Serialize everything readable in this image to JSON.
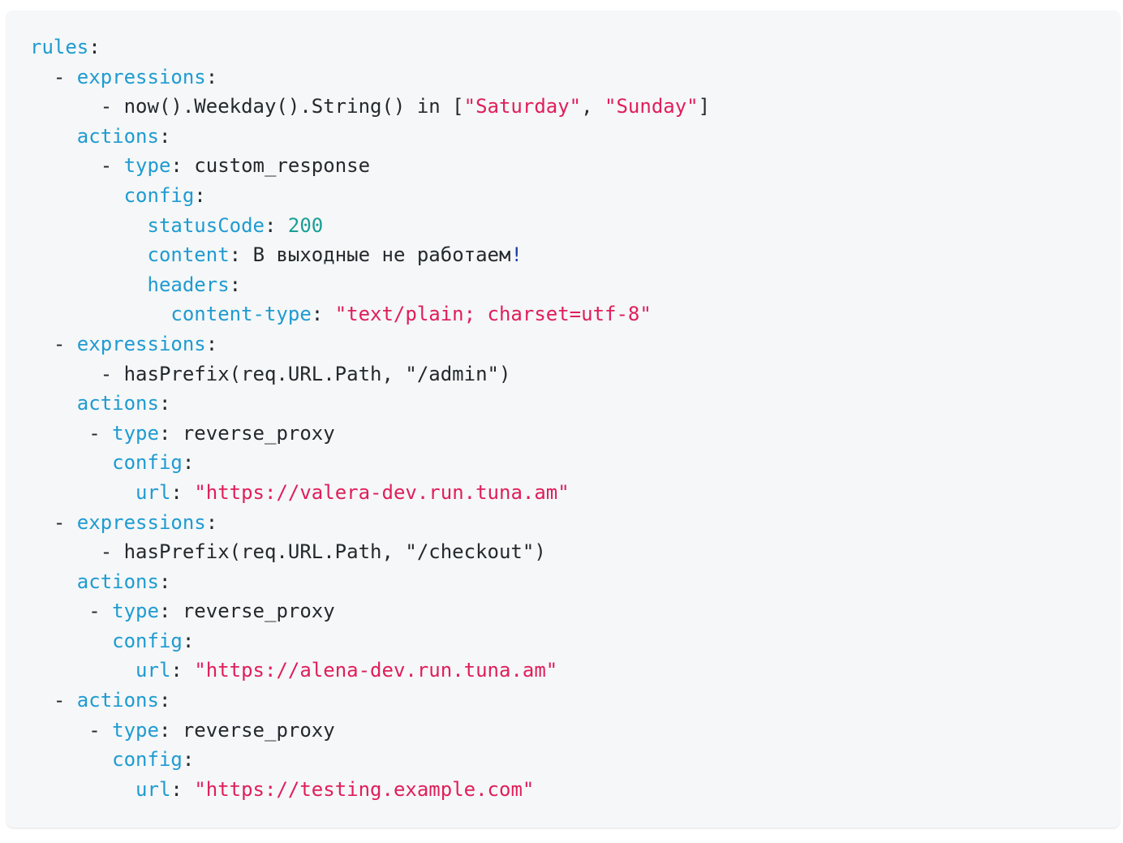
{
  "code": {
    "lines": [
      [
        {
          "t": "key",
          "v": "rules"
        },
        {
          "t": "punct",
          "v": ":"
        }
      ],
      [
        {
          "t": "plain",
          "v": "  - "
        },
        {
          "t": "key",
          "v": "expressions"
        },
        {
          "t": "punct",
          "v": ":"
        }
      ],
      [
        {
          "t": "plain",
          "v": "      - now().Weekday().String() in ["
        },
        {
          "t": "str",
          "v": "\"Saturday\""
        },
        {
          "t": "plain",
          "v": ", "
        },
        {
          "t": "str",
          "v": "\"Sunday\""
        },
        {
          "t": "plain",
          "v": "]"
        }
      ],
      [
        {
          "t": "plain",
          "v": "    "
        },
        {
          "t": "key",
          "v": "actions"
        },
        {
          "t": "punct",
          "v": ":"
        }
      ],
      [
        {
          "t": "plain",
          "v": "      - "
        },
        {
          "t": "key",
          "v": "type"
        },
        {
          "t": "punct",
          "v": ": "
        },
        {
          "t": "plain",
          "v": "custom_response"
        }
      ],
      [
        {
          "t": "plain",
          "v": "        "
        },
        {
          "t": "key",
          "v": "config"
        },
        {
          "t": "punct",
          "v": ":"
        }
      ],
      [
        {
          "t": "plain",
          "v": "          "
        },
        {
          "t": "key",
          "v": "statusCode"
        },
        {
          "t": "punct",
          "v": ": "
        },
        {
          "t": "num",
          "v": "200"
        }
      ],
      [
        {
          "t": "plain",
          "v": "          "
        },
        {
          "t": "key",
          "v": "content"
        },
        {
          "t": "punct",
          "v": ": "
        },
        {
          "t": "plain",
          "v": "В выходные не работаем"
        },
        {
          "t": "bang",
          "v": "!"
        }
      ],
      [
        {
          "t": "plain",
          "v": "          "
        },
        {
          "t": "key",
          "v": "headers"
        },
        {
          "t": "punct",
          "v": ":"
        }
      ],
      [
        {
          "t": "plain",
          "v": "            "
        },
        {
          "t": "key",
          "v": "content-type"
        },
        {
          "t": "punct",
          "v": ": "
        },
        {
          "t": "str",
          "v": "\"text/plain; charset=utf-8\""
        }
      ],
      [
        {
          "t": "plain",
          "v": "  - "
        },
        {
          "t": "key",
          "v": "expressions"
        },
        {
          "t": "punct",
          "v": ":"
        }
      ],
      [
        {
          "t": "plain",
          "v": "      - hasPrefix(req.URL.Path, \"/admin\")"
        }
      ],
      [
        {
          "t": "plain",
          "v": "    "
        },
        {
          "t": "key",
          "v": "actions"
        },
        {
          "t": "punct",
          "v": ":"
        }
      ],
      [
        {
          "t": "plain",
          "v": "     - "
        },
        {
          "t": "key",
          "v": "type"
        },
        {
          "t": "punct",
          "v": ": "
        },
        {
          "t": "plain",
          "v": "reverse_proxy"
        }
      ],
      [
        {
          "t": "plain",
          "v": "       "
        },
        {
          "t": "key",
          "v": "config"
        },
        {
          "t": "punct",
          "v": ":"
        }
      ],
      [
        {
          "t": "plain",
          "v": "         "
        },
        {
          "t": "key",
          "v": "url"
        },
        {
          "t": "punct",
          "v": ": "
        },
        {
          "t": "str",
          "v": "\"https://valera-dev.run.tuna.am\""
        }
      ],
      [
        {
          "t": "plain",
          "v": "  - "
        },
        {
          "t": "key",
          "v": "expressions"
        },
        {
          "t": "punct",
          "v": ":"
        }
      ],
      [
        {
          "t": "plain",
          "v": "      - hasPrefix(req.URL.Path, \"/checkout\")"
        }
      ],
      [
        {
          "t": "plain",
          "v": "    "
        },
        {
          "t": "key",
          "v": "actions"
        },
        {
          "t": "punct",
          "v": ":"
        }
      ],
      [
        {
          "t": "plain",
          "v": "     - "
        },
        {
          "t": "key",
          "v": "type"
        },
        {
          "t": "punct",
          "v": ": "
        },
        {
          "t": "plain",
          "v": "reverse_proxy"
        }
      ],
      [
        {
          "t": "plain",
          "v": "       "
        },
        {
          "t": "key",
          "v": "config"
        },
        {
          "t": "punct",
          "v": ":"
        }
      ],
      [
        {
          "t": "plain",
          "v": "         "
        },
        {
          "t": "key",
          "v": "url"
        },
        {
          "t": "punct",
          "v": ": "
        },
        {
          "t": "str",
          "v": "\"https://alena-dev.run.tuna.am\""
        }
      ],
      [
        {
          "t": "plain",
          "v": "  - "
        },
        {
          "t": "key",
          "v": "actions"
        },
        {
          "t": "punct",
          "v": ":"
        }
      ],
      [
        {
          "t": "plain",
          "v": "     - "
        },
        {
          "t": "key",
          "v": "type"
        },
        {
          "t": "punct",
          "v": ": "
        },
        {
          "t": "plain",
          "v": "reverse_proxy"
        }
      ],
      [
        {
          "t": "plain",
          "v": "       "
        },
        {
          "t": "key",
          "v": "config"
        },
        {
          "t": "punct",
          "v": ":"
        }
      ],
      [
        {
          "t": "plain",
          "v": "         "
        },
        {
          "t": "key",
          "v": "url"
        },
        {
          "t": "punct",
          "v": ": "
        },
        {
          "t": "str",
          "v": "\"https://testing.example.com\""
        }
      ]
    ]
  },
  "colors": {
    "background": "#f5f7f8",
    "key": "#1f9bd1",
    "string": "#e01e5a",
    "number": "#1a9e96",
    "text": "#24292e"
  }
}
